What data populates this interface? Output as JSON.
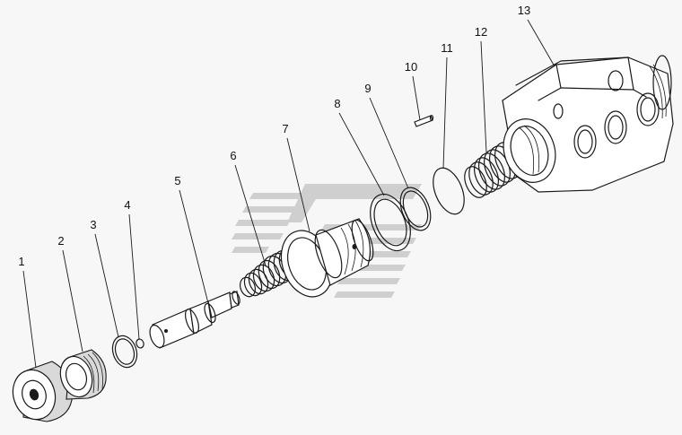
{
  "diagram": {
    "callouts": [
      {
        "id": "1",
        "label": "1"
      },
      {
        "id": "2",
        "label": "2"
      },
      {
        "id": "3",
        "label": "3"
      },
      {
        "id": "4",
        "label": "4"
      },
      {
        "id": "5",
        "label": "5"
      },
      {
        "id": "6",
        "label": "6"
      },
      {
        "id": "7",
        "label": "7"
      },
      {
        "id": "8",
        "label": "8"
      },
      {
        "id": "9",
        "label": "9"
      },
      {
        "id": "10",
        "label": "10"
      },
      {
        "id": "11",
        "label": "11"
      },
      {
        "id": "12",
        "label": "12"
      },
      {
        "id": "13",
        "label": "13"
      }
    ],
    "colors": {
      "line": "#1a1a1a",
      "background": "#f7f7f7",
      "watermark": "#cfcfcf"
    }
  }
}
